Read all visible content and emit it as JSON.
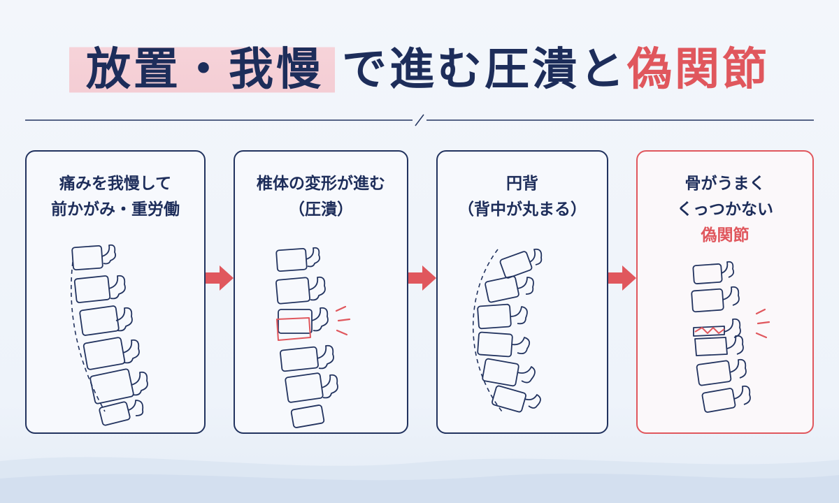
{
  "title": {
    "part1": "放置・我慢",
    "part2": "で進む圧潰と",
    "part3": "偽関節"
  },
  "steps": [
    {
      "lines": [
        "痛みを我慢して",
        "前かがみ・重労働"
      ]
    },
    {
      "lines": [
        "椎体の変形が進む",
        "（圧潰）"
      ]
    },
    {
      "lines": [
        "円背",
        "（背中が丸まる）"
      ]
    },
    {
      "lines": [
        "骨がうまく",
        "くっつかない"
      ],
      "highlight": "偽関節"
    }
  ],
  "colors": {
    "navy": "#1d2d5a",
    "accent_red": "#e0575d",
    "highlight_pink": "#f6d3d9",
    "panel_border": "#22335f"
  }
}
